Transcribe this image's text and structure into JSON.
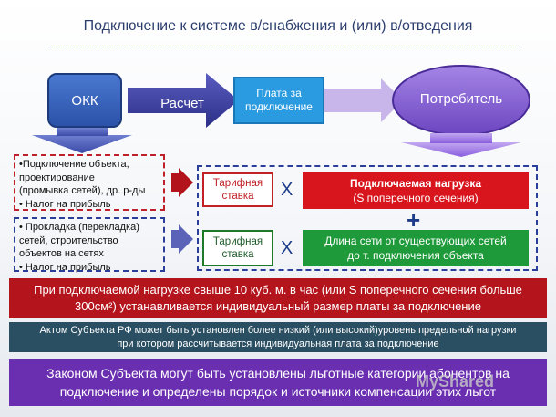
{
  "title": "Подключение к системе в/снабжения и (или) в/отведения",
  "flow": {
    "okk": "ОКК",
    "calc": "Расчет",
    "fee": "Плата за подключение",
    "consumer": "Потребитель"
  },
  "notes": {
    "top": [
      "•Подключение объекта,",
      "проектирование",
      "(промывка сетей), др. р-ды",
      "• Налог на прибыль"
    ],
    "bottom": [
      "• Прокладка (перекладка)",
      "сетей, строительство",
      "объектов на сетях",
      "• Налог на прибыль"
    ]
  },
  "formula": {
    "tariff_1": "Тарифная ставка",
    "tariff_2": "Тарифная ставка",
    "mult_1": "X",
    "mult_2": "X",
    "plus": "+",
    "load_title": "Подключаемая нагрузка",
    "load_sub": "(S поперечного сечения)",
    "length_line1": "Длина сети от существующих сетей",
    "length_line2": "до т. подключения объекта"
  },
  "bands": {
    "red_line1": "При подключаемой нагрузке свыше 10 куб. м. в час   (или S поперечного сечения больше",
    "red_line2": "300см²) устанавливается индивидуальный размер платы за подключение",
    "teal_line1": "Актом Субъекта РФ может быть установлен более низкий (или высокий)уровень предельной нагрузки",
    "teal_line2": "при котором рассчитывается индивидуальная плата за подключение",
    "purple_line1": "Законом Субъекта могут быть установлены льготные категории абонентов на",
    "purple_line2": "подключение и определены порядок и источники компенсации этих льгот"
  },
  "watermark": "MyShared",
  "colors": {
    "title": "#2c3e6e",
    "okk": "#2b52a8",
    "calc_arrow": "#3a3d9a",
    "fee": "#2a9be0",
    "consumer": "#7a55c8",
    "red": "#c0202a",
    "green": "#1e9a3a",
    "teal": "#2a4e62",
    "purple": "#6a2fb0"
  }
}
